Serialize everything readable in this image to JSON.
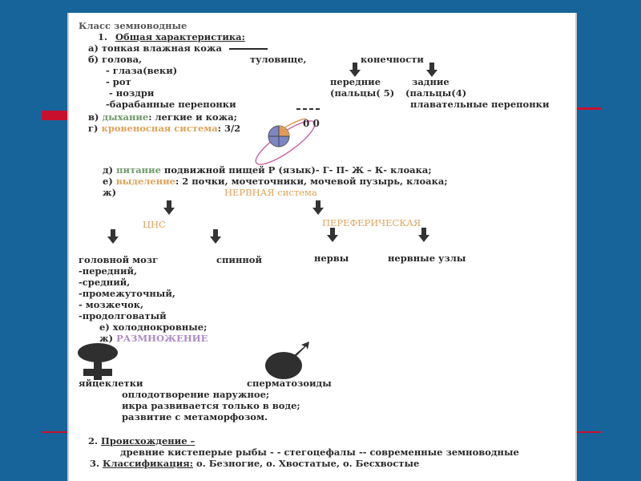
{
  "doc": {
    "title": "Класс земноводные",
    "s1_heading_num": "1.",
    "s1_heading": "Общая характеристика:",
    "a_skin": "а) тонкая влажная кожа",
    "b_head": "б) голова,",
    "torso": "туловище,",
    "limbs": "конечности",
    "eyes": "- глаза(веки)",
    "mouth": "-  рот",
    "nostrils": "- ноздри",
    "eardrums": "-барабанные перепонки",
    "front": "передние",
    "back": "задние",
    "fingers5": "(пальцы( 5)",
    "fingers4": "(пальцы(4)",
    "webbing": "плавательные перепонки",
    "v_prefix": "в)",
    "v_label": "дыхание",
    "v_text": ": легкие и кожа;",
    "g_prefix": "г)",
    "g_label": "кровеносная система",
    "g_text": ": 3/2",
    "d_prefix": "д)",
    "d_label": "питание",
    "d_text": " подвижной пищей Р (язык)- Г- П- Ж – К- клоака;",
    "e_prefix": "е)",
    "e_label": "выделение",
    "e_text": ": 2 почки, мочеточники, мочевой пузырь, клоака;",
    "zh_prefix": "ж)",
    "nervous_system": "НЕРВНАЯ система",
    "cns": "ЦНС",
    "peripheral": "ПЕРЕФЕРИЧЕСКАЯ",
    "brain": "головной мозг",
    "spinal": "спинной",
    "nerves": "нервы",
    "ganglia": "нервные узлы",
    "brain_parts": [
      "-передний,",
      "-средний,",
      "-промежуточный,",
      "- мозжечок,",
      "-продолговатый"
    ],
    "cold_blooded": "е) холоднокровные;",
    "repro_prefix": "ж)",
    "repro_label": "РАЗМНОЖЕНИЕ",
    "eggs": "яйцеклетки",
    "sperm": "сперматозоиды",
    "fert": "оплодотворение наружное;",
    "spawn": "икра развивается только в воде;",
    "meta": "развитие с метаморфозом.",
    "s2_prefix": "2.",
    "s2_heading": "Происхождение –",
    "origin": "древние кистеперые рыбы - -  стегоцефалы -- современные земноводные",
    "s3_prefix": "3.",
    "s3_heading": "Классификация:",
    "s3_text": " о. Безногие, о. Хвостатые, о. Бесхвостые",
    "heart_marks": "0 0"
  },
  "colors": {
    "background": "#17649b",
    "accent_red": "#c8102e",
    "breathing": "#6f9a6a",
    "circulation": "#e0a35a",
    "nervous": "#e0a35a",
    "reproduction": "#b08ac6"
  }
}
